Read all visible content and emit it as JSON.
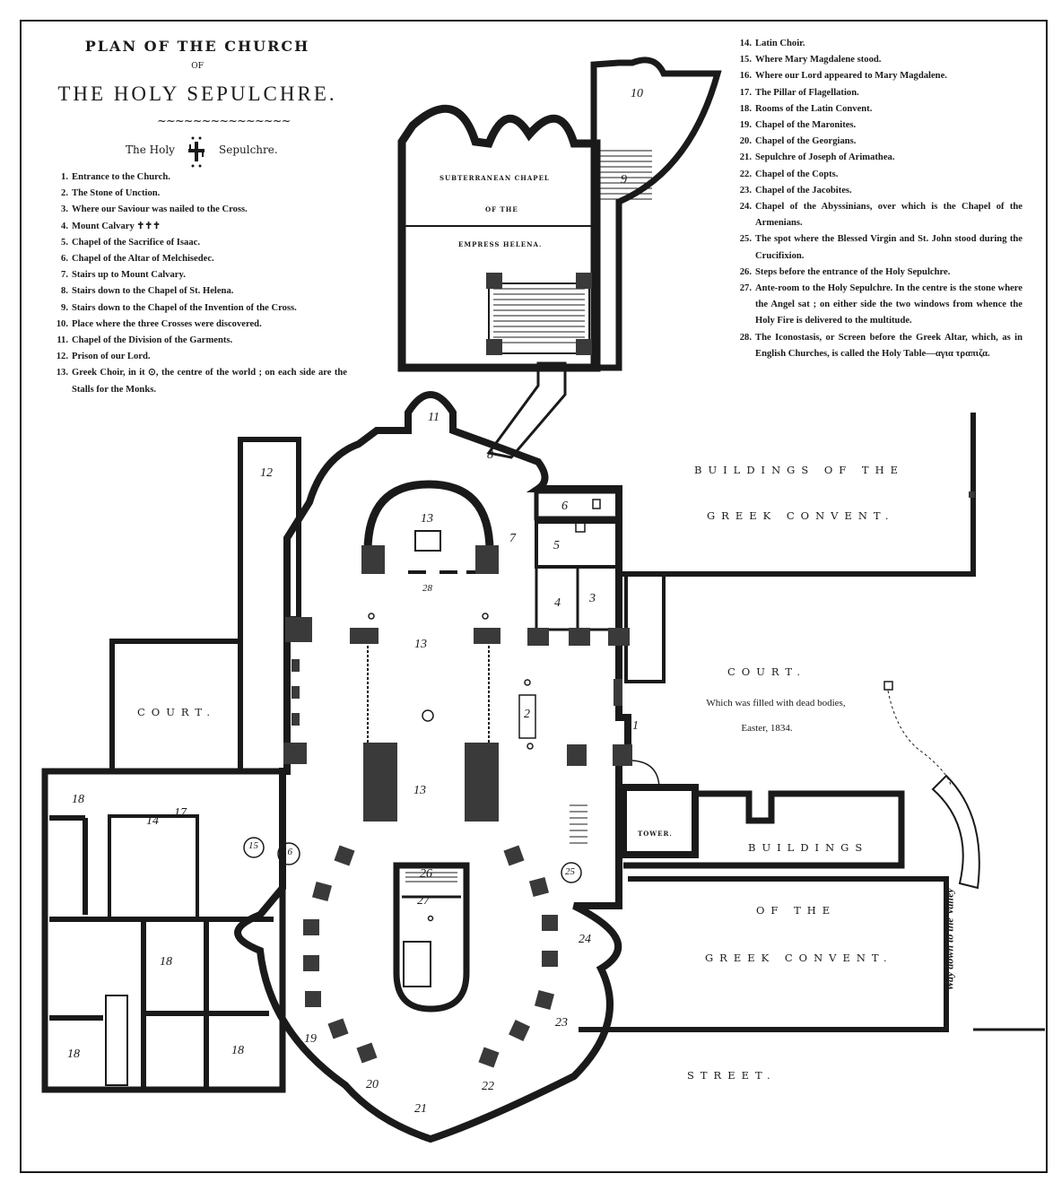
{
  "title": {
    "line1": "PLAN OF THE CHURCH",
    "line2": "OF",
    "line3": "THE HOLY SEPULCHRE.",
    "ornament": "~~~~~~~~~~~~~~~",
    "subtitle_left": "The Holy",
    "subtitle_right": "Sepulchre."
  },
  "legend_left": [
    {
      "n": "1.",
      "text": "Entrance to the Church."
    },
    {
      "n": "2.",
      "text": "The Stone of Unction."
    },
    {
      "n": "3.",
      "text": "Where our Saviour was nailed to the Cross."
    },
    {
      "n": "4.",
      "text": "Mount Calvary ✝✝✝"
    },
    {
      "n": "5.",
      "text": "Chapel of the Sacrifice of Isaac."
    },
    {
      "n": "6.",
      "text": "Chapel of the Altar of Melchisedec."
    },
    {
      "n": "7.",
      "text": "Stairs up to Mount Calvary."
    },
    {
      "n": "8.",
      "text": "Stairs down to the Chapel of St. Helena."
    },
    {
      "n": "9.",
      "text": "Stairs down to the Chapel of the Invention of the Cross."
    },
    {
      "n": "10.",
      "text": "Place where the three Crosses were discovered."
    },
    {
      "n": "11.",
      "text": "Chapel of the Division of the Garments."
    },
    {
      "n": "12.",
      "text": "Prison of our Lord."
    },
    {
      "n": "13.",
      "text": "Greek Choir, in it ⊙, the centre of the world ; on each side are the Stalls for the Monks."
    }
  ],
  "legend_right": [
    {
      "n": "14.",
      "text": "Latin Choir."
    },
    {
      "n": "15.",
      "text": "Where Mary Magdalene stood."
    },
    {
      "n": "16.",
      "text": "Where our Lord appeared to Mary Magdalene."
    },
    {
      "n": "17.",
      "text": "The Pillar of Flagellation."
    },
    {
      "n": "18.",
      "text": "Rooms of the Latin Convent."
    },
    {
      "n": "19.",
      "text": "Chapel of the Maronites."
    },
    {
      "n": "20.",
      "text": "Chapel of the Georgians."
    },
    {
      "n": "21.",
      "text": "Sepulchre of Joseph of Arimathea."
    },
    {
      "n": "22.",
      "text": "Chapel of the Copts."
    },
    {
      "n": "23.",
      "text": "Chapel of the Jacobites."
    },
    {
      "n": "24.",
      "text": "Chapel of the Abyssinians, over which is the Chapel of the Armenians."
    },
    {
      "n": "25.",
      "text": "The spot where the Blessed Virgin and St. John stood during the Crucifixion."
    },
    {
      "n": "26.",
      "text": "Steps before the entrance of the Holy Sepulchre."
    },
    {
      "n": "27.",
      "text": "Ante-room to the Holy Sepulchre. In the centre is the stone where the Angel sat ; on either side the two windows from whence the Holy Fire is delivered to the multitude."
    },
    {
      "n": "28.",
      "text": "The Iconostasis, or Screen before the Greek Altar, which, as in English Churches, is called the Holy Table—αγια τραπιζα."
    }
  ],
  "plan": {
    "subterranean_1": "SUBTERRANEAN CHAPEL",
    "subterranean_2": "OF THE",
    "subterranean_3": "EMPRESS HELENA.",
    "greek_convent_top_1": "BUILDINGS OF THE",
    "greek_convent_top_2": "GREEK CONVENT.",
    "court_right": "COURT.",
    "court_note_1": "Which was filled with dead bodies,",
    "court_note_2": "Easter, 1834.",
    "court_left": "COURT.",
    "tower": "TOWER.",
    "greek_convent_bottom_1": "BUILDINGS",
    "greek_convent_bottom_2": "OF THE",
    "greek_convent_bottom_3": "GREEK CONVENT.",
    "street": "STREET.",
    "way_down": "Way down to the Valley"
  },
  "numbers": {
    "n1": "1",
    "n2": "2",
    "n3": "3",
    "n4": "4",
    "n5": "5",
    "n6": "6",
    "n7": "7",
    "n8": "8",
    "n9": "9",
    "n10": "10",
    "n11": "11",
    "n12": "12",
    "n13a": "13",
    "n13b": "13",
    "n13c": "13",
    "n14": "14",
    "n15": "15",
    "n16": "16",
    "n17": "17",
    "n18a": "18",
    "n18b": "18",
    "n18c": "18",
    "n18d": "18",
    "n19": "19",
    "n20": "20",
    "n21": "21",
    "n22": "22",
    "n23": "23",
    "n24": "24",
    "n25": "25",
    "n26": "26",
    "n27": "27",
    "n28": "28"
  }
}
